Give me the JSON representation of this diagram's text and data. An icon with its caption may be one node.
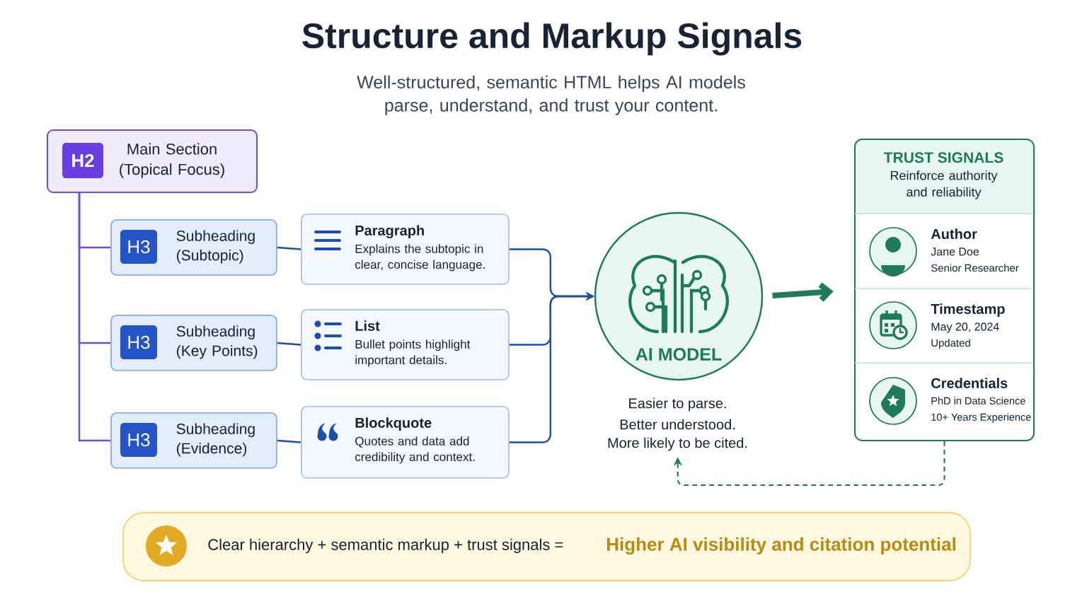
{
  "diagram": {
    "title": "Structure and Markup Signals",
    "caption": "Well-structured, semantic HTML helps AI models parse, understand, and trust your content.",
    "nodes": [
      {
        "text": [
          "H2",
          "Main Section (Topical Focus)"
        ]
      },
      {
        "text": [
          "H3",
          "Subheading (Subtopic)"
        ]
      },
      {
        "text": [
          "H3",
          "Subheading (Key Points)"
        ]
      },
      {
        "text": [
          "H3",
          "Subheading (Evidence)"
        ]
      },
      {
        "text": [
          "Paragraph",
          "Explains the subtopic in clear, concise language."
        ]
      },
      {
        "text": [
          "List",
          "Bullet points highlight important details."
        ]
      },
      {
        "text": [
          "Blockquote",
          "Quotes and data add credibility and context."
        ]
      },
      {
        "text": [
          "AI MODEL"
        ]
      },
      {
        "text": [
          "TRUST SIGNALS",
          "Reinforce authority and reliability"
        ]
      },
      {
        "text": [
          "Author",
          "Jane Doe",
          "Senior Researcher"
        ],
        "in": 8
      },
      {
        "text": [
          "Timestamp",
          "May 20, 2024",
          "Updated"
        ],
        "in": 8
      },
      {
        "text": [
          "Credentials",
          "PhD in Data Science",
          "10+ Years Experience"
        ],
        "in": 8
      },
      {
        "text": [
          "Easier to parse.",
          "Better understood.",
          "More likely to be cited."
        ]
      },
      {
        "text": [
          "Clear hierarchy + semantic markup + trust signals =",
          "Higher AI visibility and citation potential"
        ]
      }
    ],
    "edges": [
      {
        "from": 0,
        "to": 1,
        "arrow": "none",
        "color": "#6b4fd8"
      },
      {
        "from": 0,
        "to": 2,
        "arrow": "none",
        "color": "#6b4fd8"
      },
      {
        "from": 0,
        "to": 3,
        "arrow": "none",
        "color": "#6b4fd8"
      },
      {
        "from": 1,
        "to": 4,
        "arrow": "none"
      },
      {
        "from": 2,
        "to": 5,
        "arrow": "none"
      },
      {
        "from": 3,
        "to": 6,
        "arrow": "none"
      },
      {
        "from": 4,
        "to": 7,
        "arrow": "to"
      },
      {
        "from": 5,
        "to": 7,
        "arrow": "to"
      },
      {
        "from": 6,
        "to": 7,
        "arrow": "to"
      },
      {
        "from": 7,
        "to": 8,
        "arrow": "to",
        "style": "thick",
        "color": "#1d7a5c"
      },
      {
        "from": 8,
        "to": 12,
        "arrow": "to",
        "style": "dashed",
        "color": "#1d7a5c"
      }
    ]
  }
}
